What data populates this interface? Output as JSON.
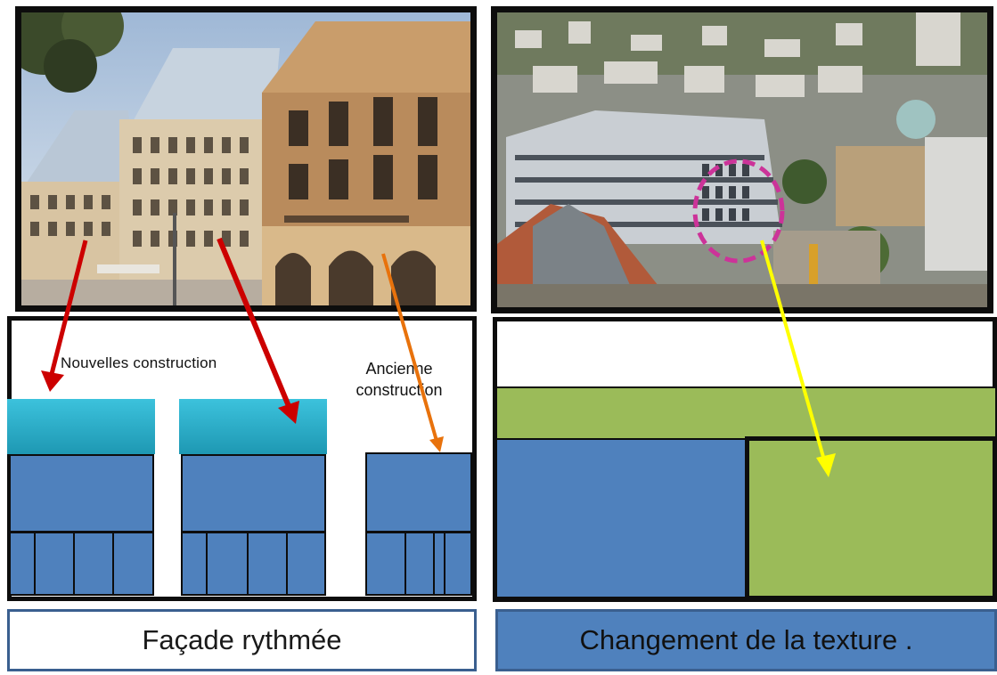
{
  "left": {
    "label_new": "Nouvelles construction",
    "label_old_line1": "Ancienne",
    "label_old_line2": "construction",
    "caption": "Façade rythmée"
  },
  "right": {
    "caption": "Changement de la texture ."
  },
  "colors": {
    "frame": "#0d0d0d",
    "cyan_top": "#2bb0cc",
    "block_blue": "#4f81bd",
    "texture_green": "#9bbb59",
    "arrow_red": "#cc0000",
    "arrow_orange": "#e8720c",
    "arrow_yellow": "#ffff00",
    "highlight_magenta": "#cc3399"
  }
}
